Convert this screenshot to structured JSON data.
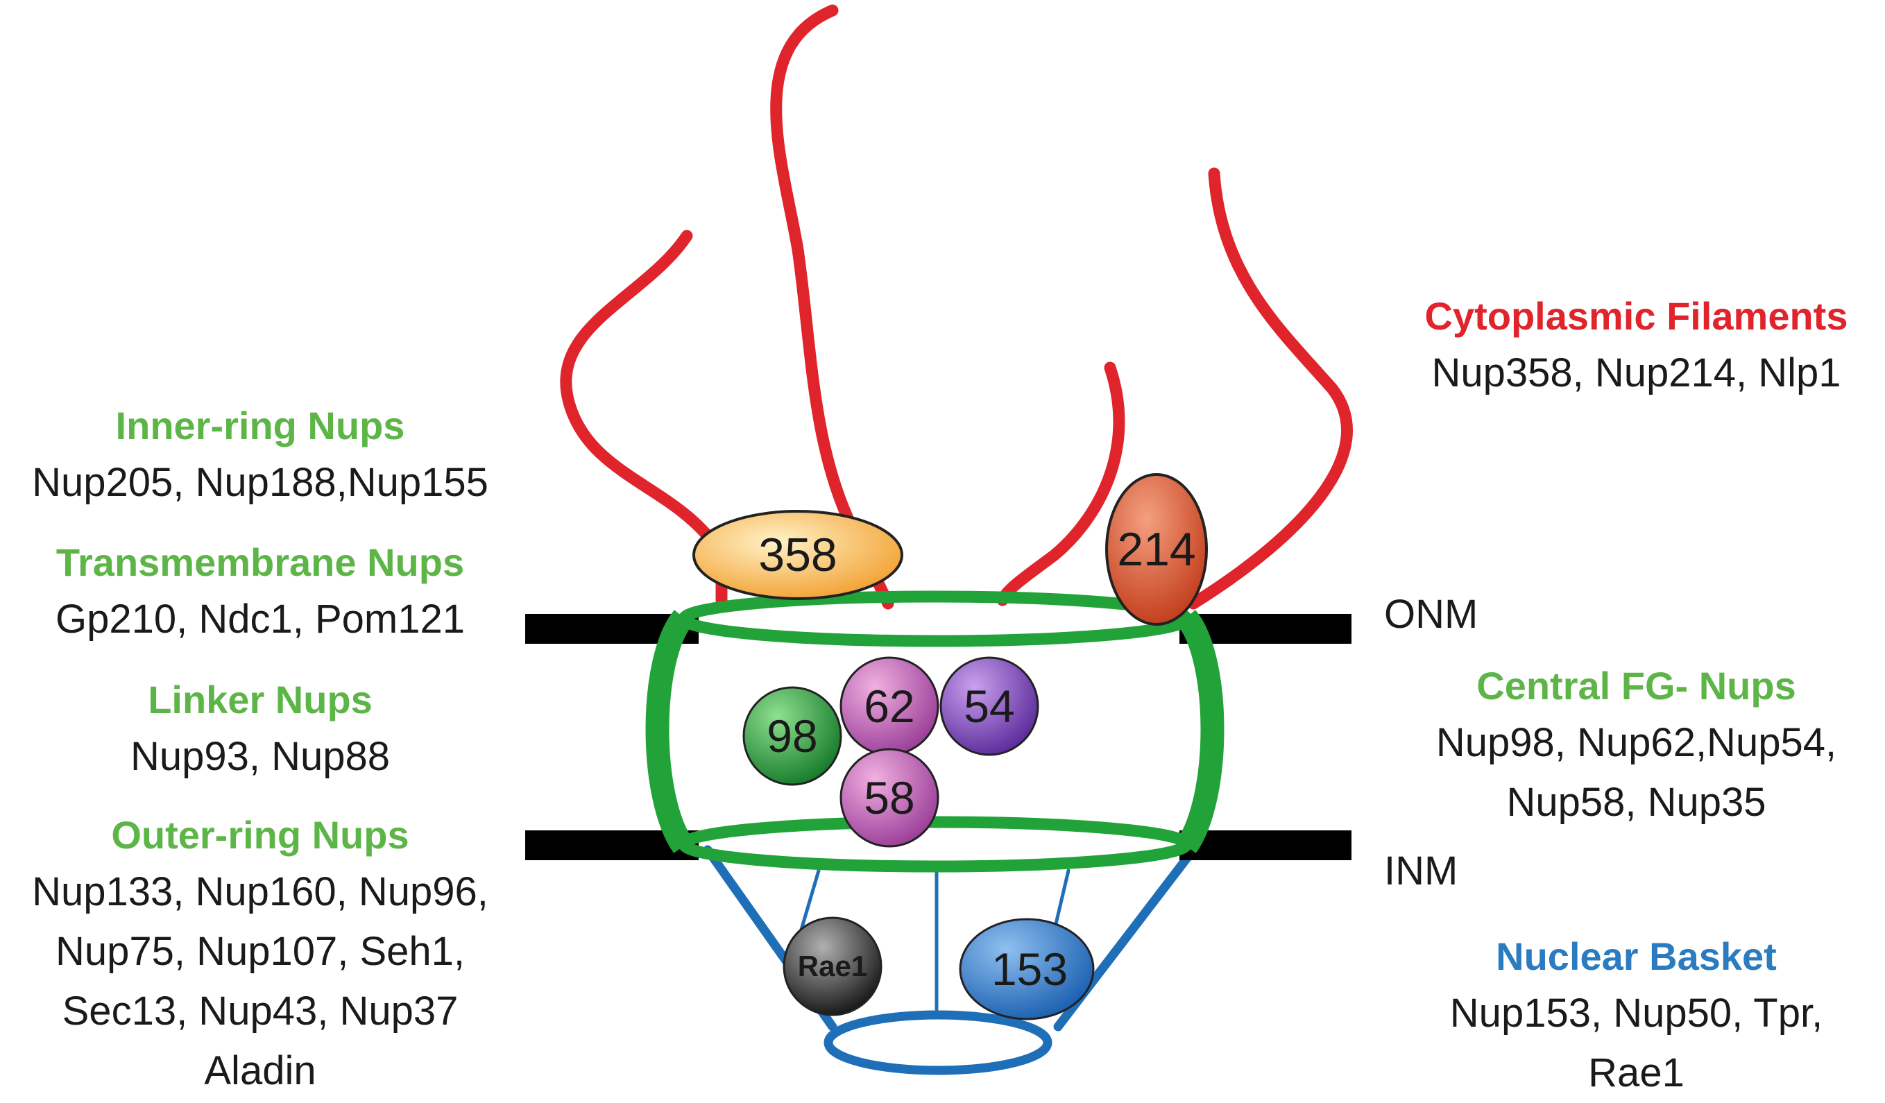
{
  "colors": {
    "cytoplasmic": "#e0242b",
    "green_label": "#5db548",
    "green_ring": "#22a339",
    "basket": "#1f6fb8",
    "basket_label": "#2a7bc0",
    "membrane": "#000000",
    "text": "#1a1a1a"
  },
  "left_groups": [
    {
      "title": "Inner-ring Nups",
      "lines": [
        "Nup205, Nup188,Nup155"
      ]
    },
    {
      "title": "Transmembrane Nups",
      "lines": [
        "Gp210, Ndc1, Pom121"
      ]
    },
    {
      "title": "Linker Nups",
      "lines": [
        "Nup93, Nup88"
      ]
    },
    {
      "title": "Outer-ring Nups",
      "lines": [
        "Nup133, Nup160, Nup96,",
        "Nup75, Nup107, Seh1,",
        "Sec13, Nup43, Nup37",
        "Aladin"
      ]
    }
  ],
  "right_groups": [
    {
      "title": "Cytoplasmic Filaments",
      "lines": [
        "Nup358, Nup214, Nlp1"
      ]
    },
    {
      "title": "Central FG- Nups",
      "lines": [
        "Nup98, Nup62,Nup54,",
        "Nup58, Nup35"
      ]
    },
    {
      "title": "Nuclear Basket",
      "lines": [
        "Nup153, Nup50, Tpr,",
        "Rae1"
      ]
    }
  ],
  "membranes": {
    "outer": "ONM",
    "inner": "INM"
  },
  "nodes": {
    "n358": "358",
    "n214": "214",
    "n98": "98",
    "n62": "62",
    "n54": "54",
    "n58": "58",
    "rae1": "Rae1",
    "n153": "153"
  }
}
